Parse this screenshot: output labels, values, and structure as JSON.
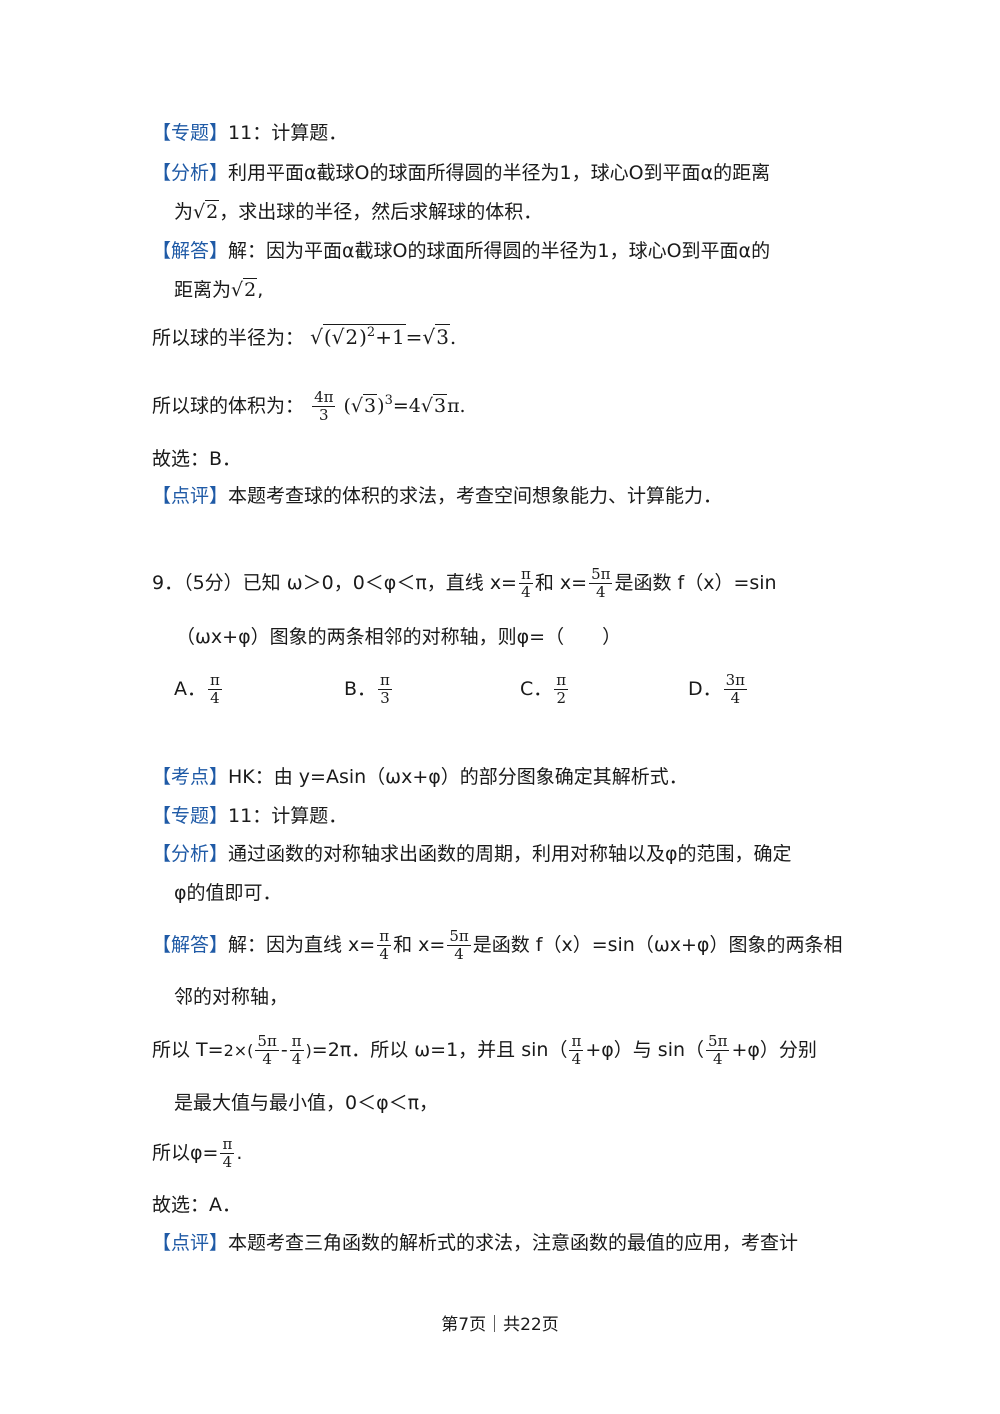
{
  "tags": {
    "zhuanti": "【专题】",
    "fenxi": "【分析】",
    "jieda": "【解答】",
    "dianping": "【点评】",
    "kaodian": "【考点】"
  },
  "q8": {
    "zhuanti_text": "11：计算题．",
    "fenxi_l1": "利用平面α截球O的球面所得圆的半径为1，球心O到平面α的距离",
    "fenxi_l2a": "为",
    "fenxi_l2b": "，求出球的半径，然后求解球的体积．",
    "jieda_l1": "解：因为平面α截球O的球面所得圆的半径为1，球心O到平面α的",
    "jieda_l2": "距离为",
    "radius_label": "所以球的半径为：",
    "volume_label": "所以球的体积为：",
    "choice": "故选：B．",
    "dianping_text": "本题考查球的体积的求法，考查空间想象能力、计算能力．"
  },
  "q9": {
    "stem_l1a": "9．（5分）已知 ω＞0，0＜φ＜π，直线 x=",
    "stem_l1b": "和 x=",
    "stem_l1c": "是函数 f（x）=sin",
    "stem_l2": "（ωx+φ）图象的两条相邻的对称轴，则φ=（　　）",
    "options": [
      "A．",
      "B．",
      "C．",
      "D．"
    ],
    "option_nums": [
      "π",
      "π",
      "π",
      "3π"
    ],
    "option_dens": [
      "4",
      "3",
      "2",
      "4"
    ],
    "kaodian_text": "HK：由 y=Asin（ωx+φ）的部分图象确定其解析式．",
    "zhuanti_text": "11：计算题．",
    "fenxi_l1": "通过函数的对称轴求出函数的周期，利用对称轴以及φ的范围，确定",
    "fenxi_l2": "φ的值即可．",
    "jieda_l1a": "解：因为直线 x=",
    "jieda_l1b": "和 x=",
    "jieda_l1c": "是函数 f（x）=sin（ωx+φ）图象的两条相",
    "jieda_l2": "邻的对称轴，",
    "t_prefix": "所以 T=",
    "t_mid": "=2π．所以 ω=1，并且 sin（",
    "t_mid2": "+φ）与 sin（",
    "t_end": "+φ）分别",
    "maxmin": "是最大值与最小值，0＜φ＜π，",
    "phi_prefix": "所以φ=",
    "choice": "故选：A．",
    "dianping_text": "本题考查三角函数的解析式的求法，注意函数的最值的应用，考查计"
  },
  "footer": "第7页｜共22页"
}
